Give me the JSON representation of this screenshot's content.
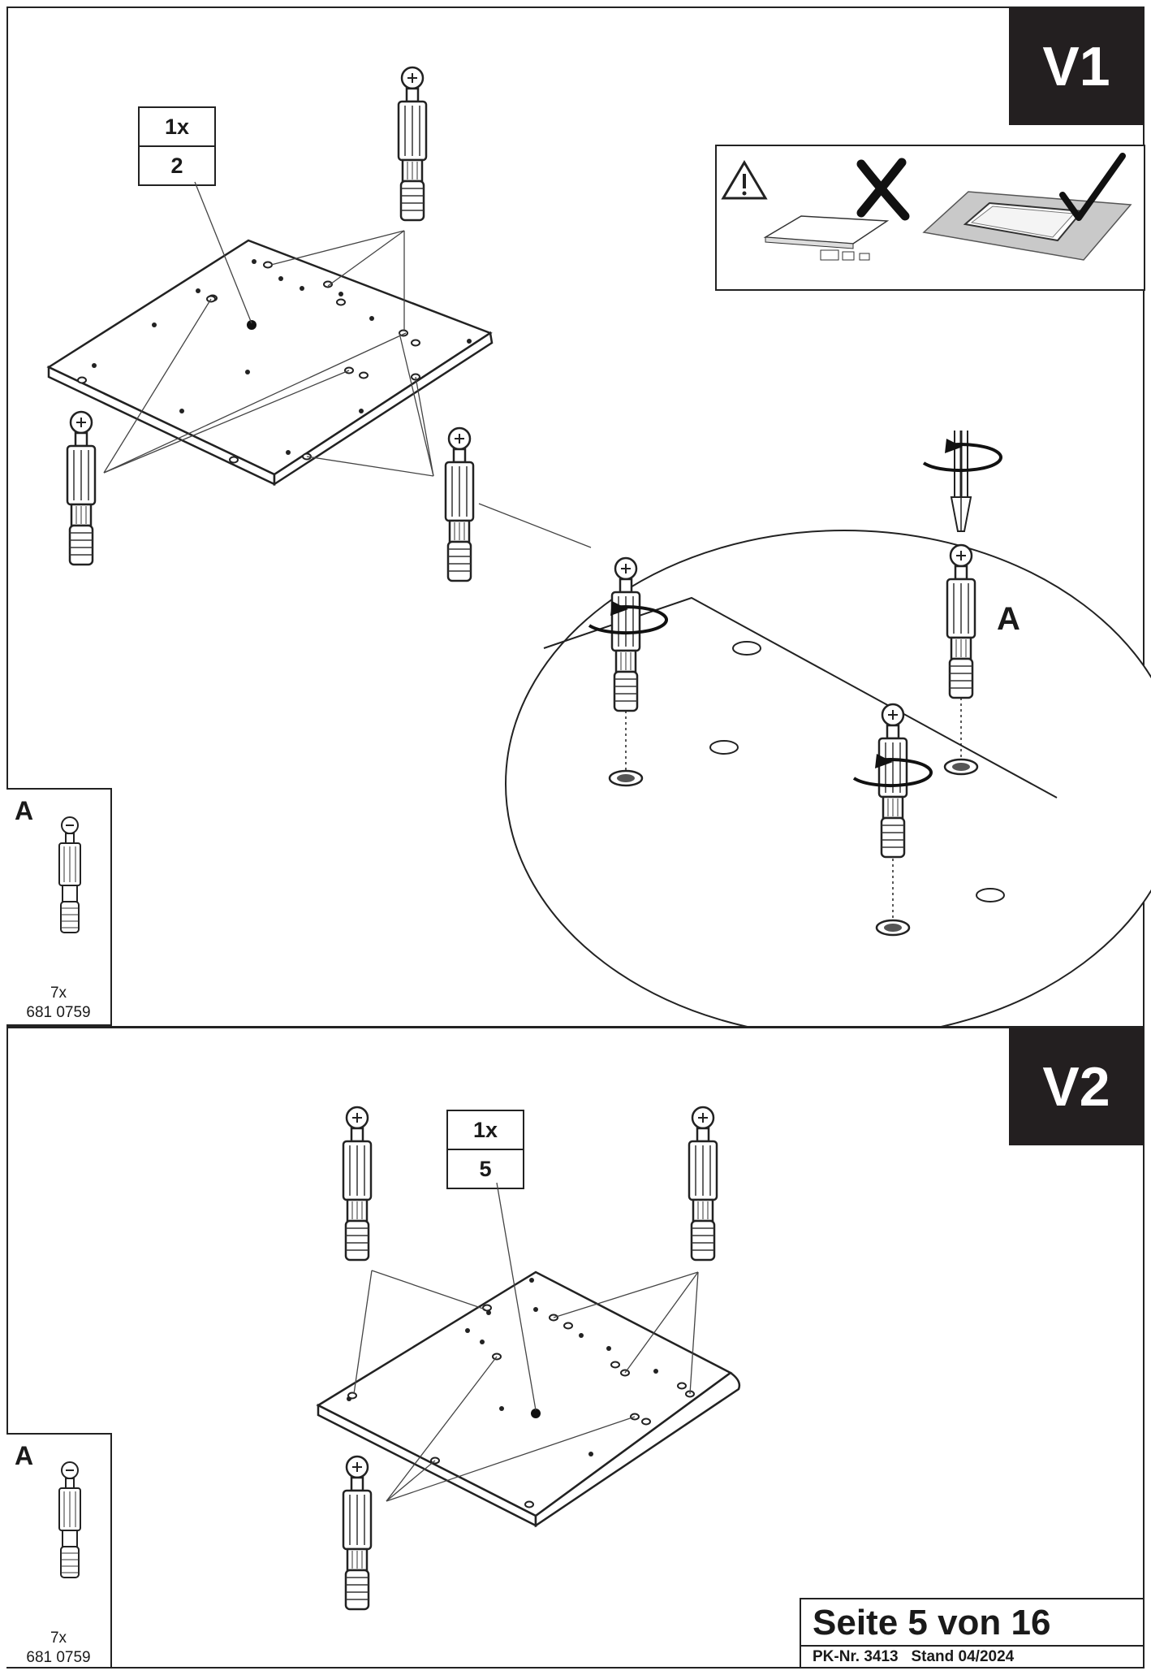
{
  "steps": [
    {
      "label": "V1",
      "quantity": "1x",
      "part_number": "2"
    },
    {
      "label": "V2",
      "quantity": "1x",
      "part_number": "5"
    }
  ],
  "parts_list": [
    {
      "letter": "A",
      "count": "7x",
      "code": "681 0759"
    },
    {
      "letter": "A",
      "count": "7x",
      "code": "681 0759"
    }
  ],
  "detail_callout": "A",
  "footer": {
    "page": "Seite 5 von 16",
    "pk": "PK-Nr. 3413",
    "stand": "Stand 04/2024"
  },
  "icons": [
    "warning-icon",
    "cross-icon",
    "check-icon"
  ]
}
